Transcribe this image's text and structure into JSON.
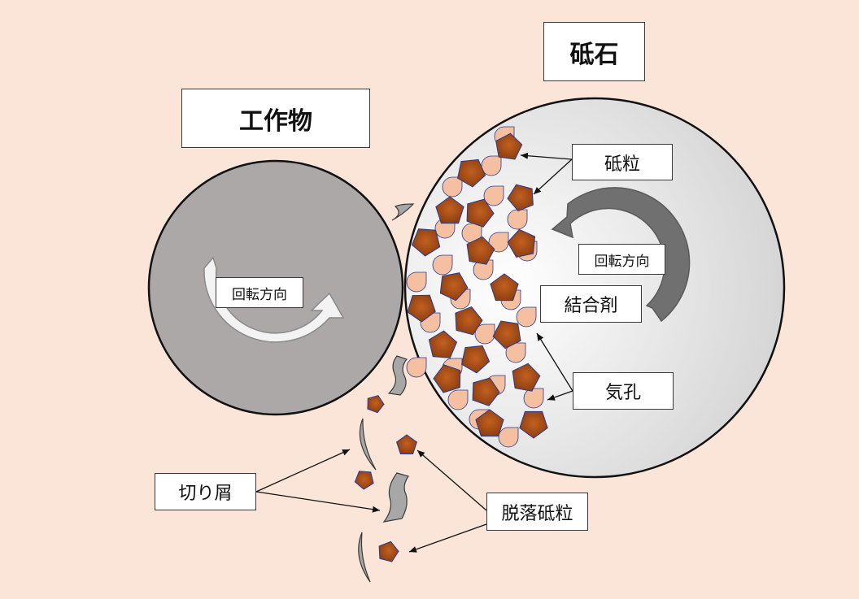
{
  "labels": {
    "workpiece": "工作物",
    "wheel": "砥石",
    "grain": "砥粒",
    "rotation_workpiece": "回転方向",
    "rotation_wheel": "回転方向",
    "bond": "結合剤",
    "pore": "気孔",
    "chips": "切り屑",
    "dislodged_grain": "脱落砥粒"
  },
  "colors": {
    "background": "#fbe5d8",
    "workpiece": "#aba8a7",
    "wheel_light": "#ffffff",
    "wheel_dark": "#d2d2d2",
    "grain_fill": "#b8561d",
    "grain_fill_dark": "#7a3310",
    "grain_stroke": "#2b3a8a",
    "pore_fill": "#f4c0a1",
    "chip_fill": "#a7a7a7",
    "arrow_workpiece": "#f3f3f3",
    "arrow_wheel": "#6f6f6f"
  }
}
